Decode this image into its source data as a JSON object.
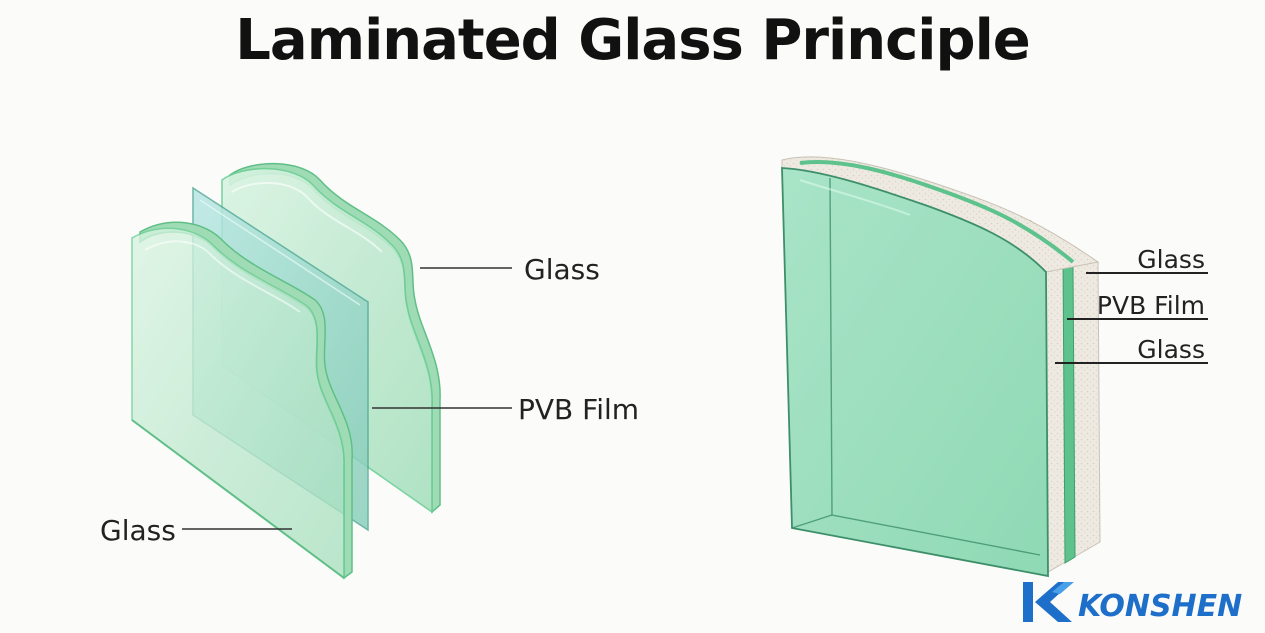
{
  "title": "Laminated Glass Principle",
  "left_diagram": {
    "labels": {
      "glass_back": "Glass",
      "pvb_film": "PVB Film",
      "glass_front": "Glass"
    }
  },
  "right_diagram": {
    "labels": {
      "glass_top": "Glass",
      "pvb_film": "PVB Film",
      "glass_bottom": "Glass"
    }
  },
  "logo": {
    "text": "KONSHEN",
    "color": "#1e6fc9"
  },
  "colors": {
    "glass_fill": "#bfe9cf",
    "glass_edge": "#6fcf97",
    "film_fill": "#9fd9cd",
    "leader_line": "#333333"
  }
}
